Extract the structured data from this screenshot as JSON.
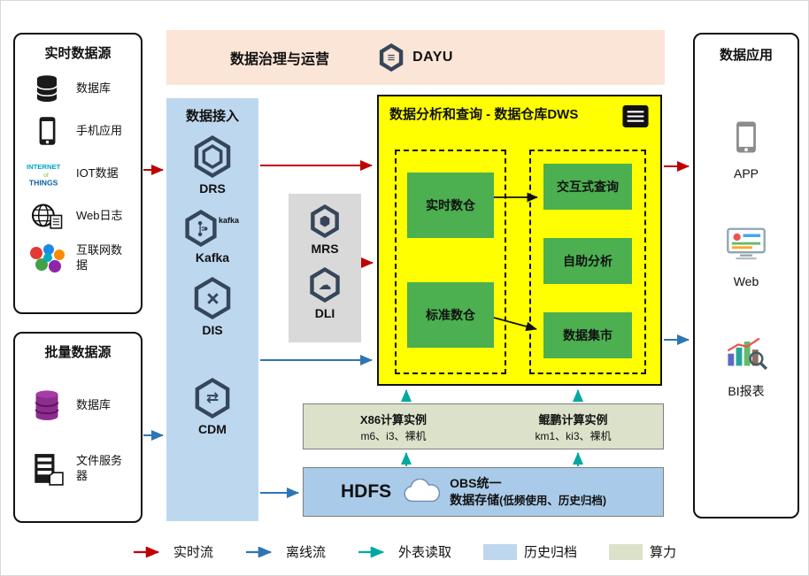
{
  "colors": {
    "realtime_flow": "#c00000",
    "offline_flow": "#2e75b6",
    "external_read": "#00a99d",
    "archive_swatch": "#bdd7ee",
    "compute_swatch": "#dbe2c9",
    "dws_bg": "#ffff00",
    "ingestion_bg": "#bdd7ee",
    "governance_bg": "#fbe5d6",
    "warehouse_green": "#4caf50"
  },
  "realtime_sources": {
    "title": "实时数据源",
    "items": [
      {
        "label": "数据库"
      },
      {
        "label": "手机应用"
      },
      {
        "label": "IOT数据",
        "icon_text": [
          "INTERNET",
          "of",
          "THINGS"
        ]
      },
      {
        "label": "Web日志"
      },
      {
        "label": "互联网数据"
      }
    ]
  },
  "batch_sources": {
    "title": "批量数据源",
    "items": [
      {
        "label": "数据库"
      },
      {
        "label": "文件服务器"
      }
    ]
  },
  "governance": {
    "title": "数据治理与运营",
    "product": "DAYU"
  },
  "ingestion": {
    "title": "数据接入",
    "services": [
      {
        "name": "DRS"
      },
      {
        "name": "Kafka",
        "side_label": "kafka"
      },
      {
        "name": "DIS"
      },
      {
        "name": "CDM"
      }
    ]
  },
  "middleware": {
    "services": [
      {
        "name": "MRS"
      },
      {
        "name": "DLI"
      }
    ]
  },
  "dws": {
    "title": "数据分析和查询 - 数据仓库DWS",
    "warehouses": [
      {
        "label": "实时数仓"
      },
      {
        "label": "标准数仓"
      }
    ],
    "analytics": [
      {
        "label": "交互式查询"
      },
      {
        "label": "自助分析"
      },
      {
        "label": "数据集市"
      }
    ]
  },
  "compute": {
    "x86": {
      "title": "X86计算实例",
      "models": "m6、i3、裸机"
    },
    "kunpeng": {
      "title": "鲲鹏计算实例",
      "models": "km1、ki3、裸机"
    }
  },
  "storage": {
    "hdfs": "HDFS",
    "obs_line1": "OBS统一",
    "obs_line2": "数据存储",
    "note": "(低频使用、历史归档)"
  },
  "applications": {
    "title": "数据应用",
    "items": [
      {
        "label": "APP"
      },
      {
        "label": "Web"
      },
      {
        "label": "BI报表"
      }
    ]
  },
  "legend": {
    "items": [
      {
        "label": "实时流"
      },
      {
        "label": "离线流"
      },
      {
        "label": "外表读取"
      },
      {
        "label": "历史归档"
      },
      {
        "label": "算力"
      }
    ]
  }
}
